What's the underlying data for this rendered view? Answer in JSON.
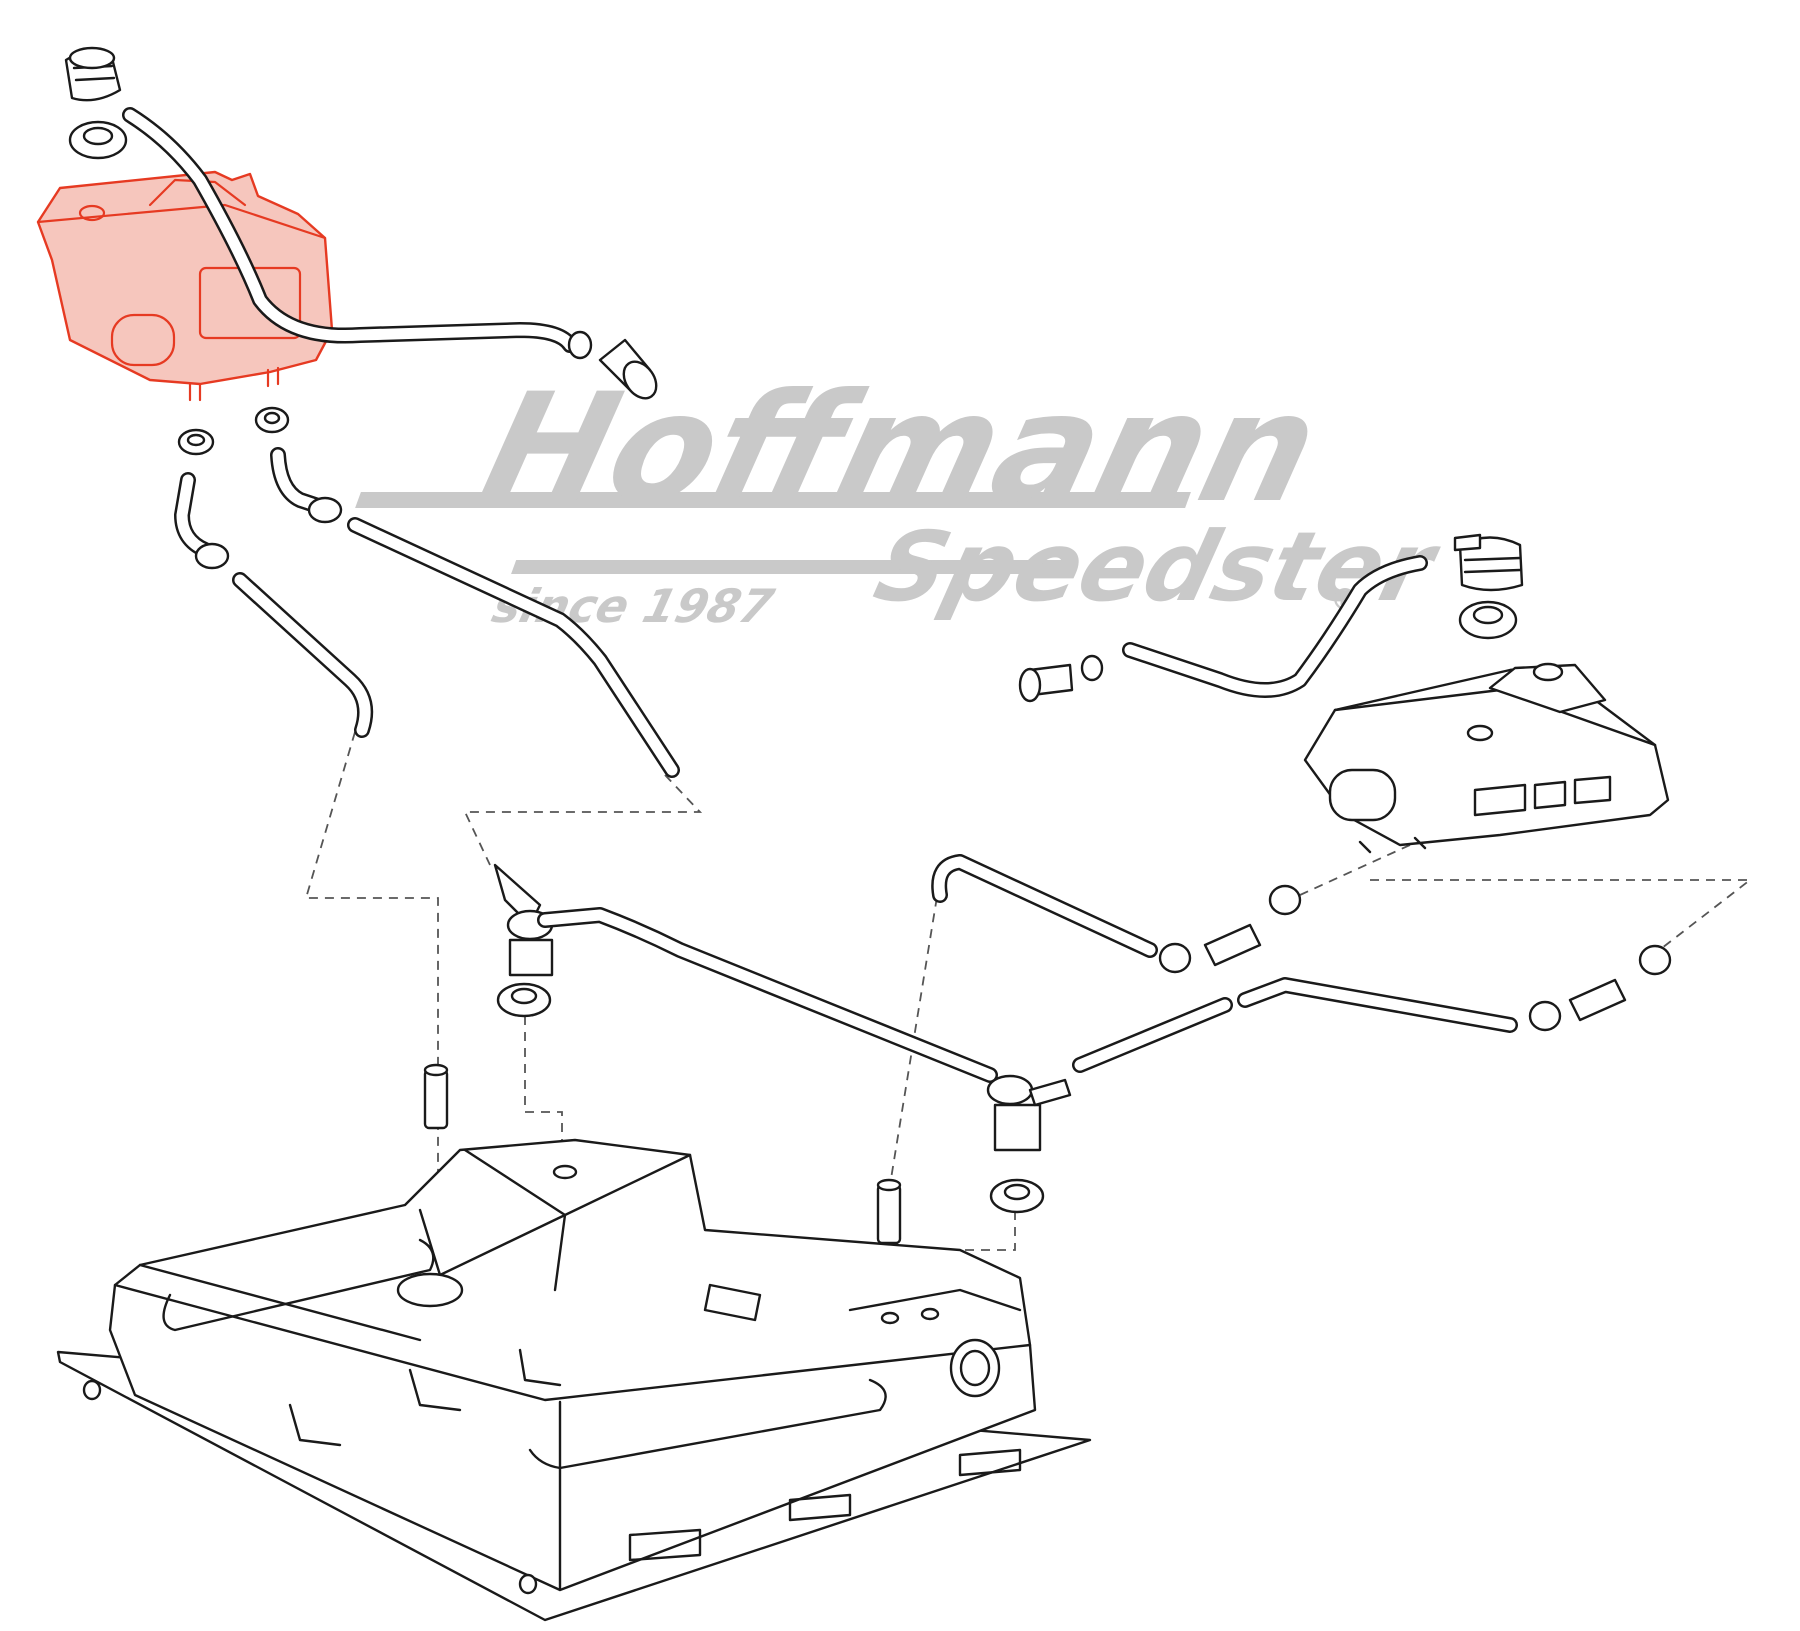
{
  "watermark": {
    "brand": "Hoffmann",
    "sub": "Speedster",
    "since": "since 1987",
    "registered": "®",
    "color": "#c9c9c9"
  },
  "diagram": {
    "highlight_color": "#e63a22",
    "highlight_fill": "#f6c6bd",
    "line_color": "#1a1a1a"
  }
}
